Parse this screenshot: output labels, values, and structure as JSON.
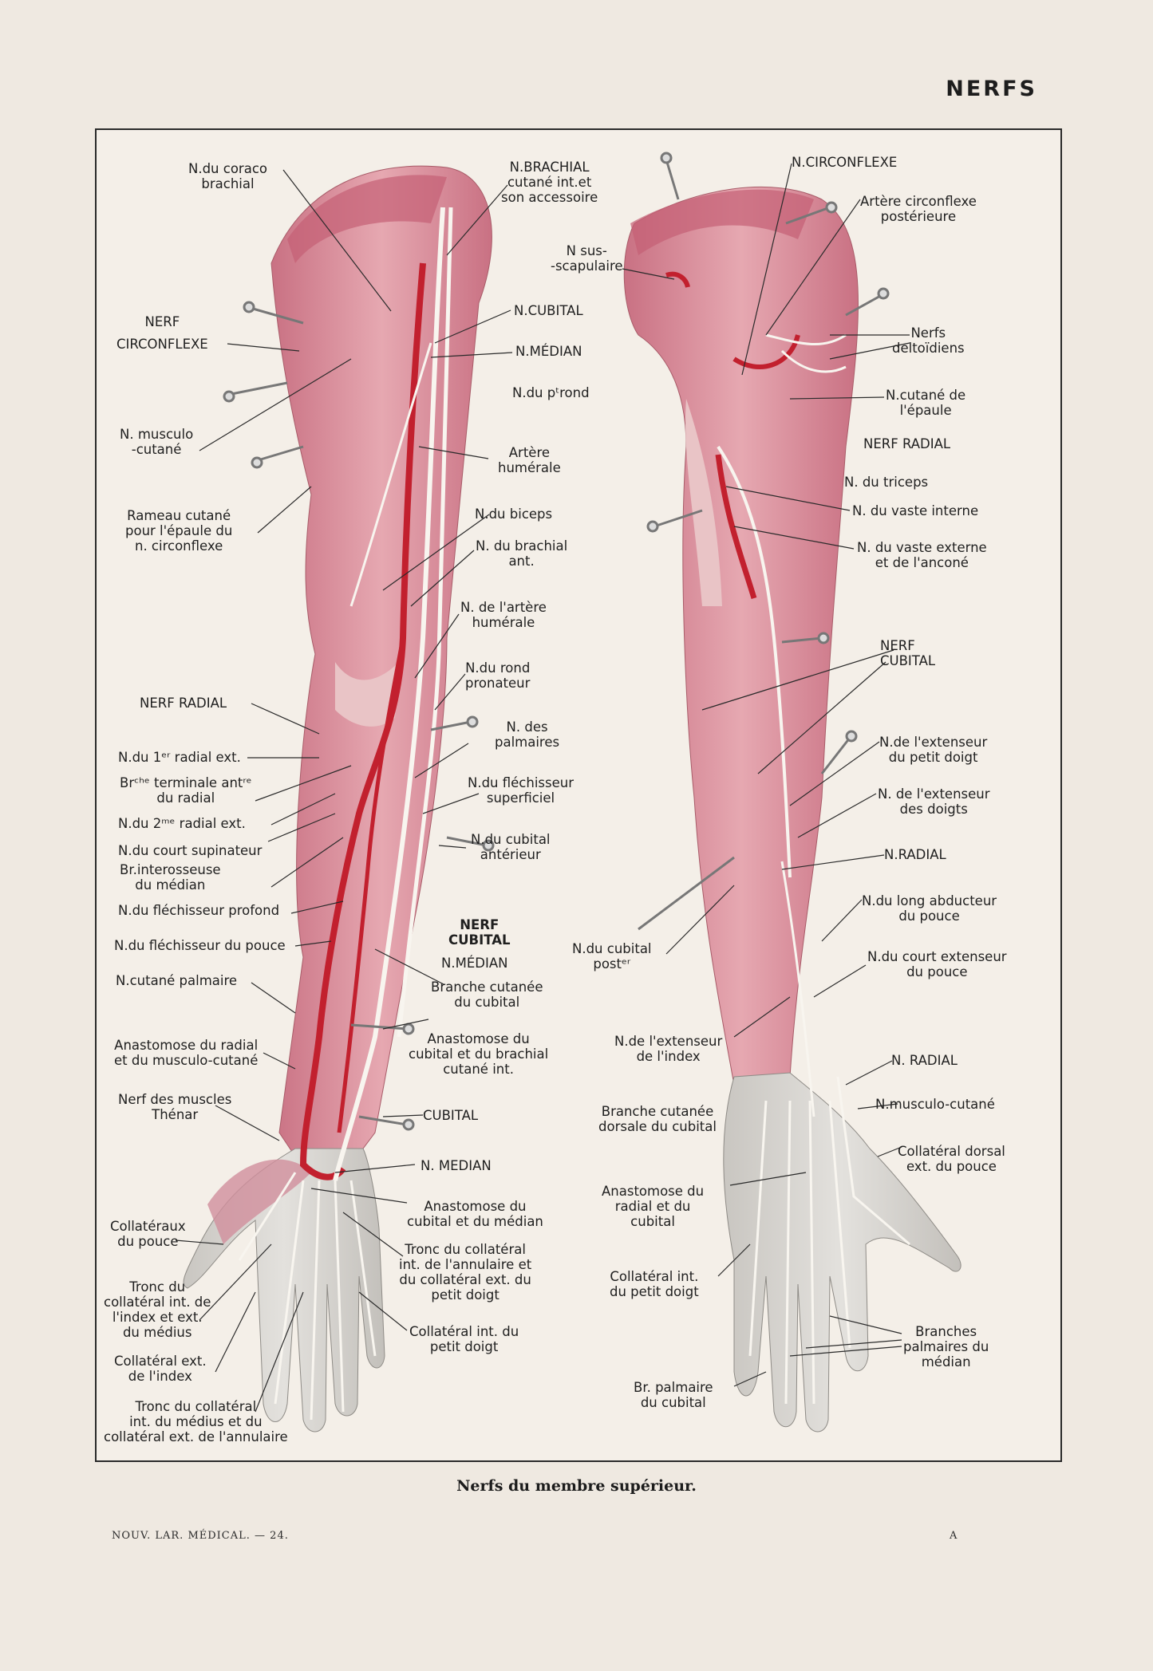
{
  "header": {
    "title": "NERFS"
  },
  "caption": "Nerfs du membre supérieur.",
  "footer": {
    "left": "NOUV. LAR. MÉDICAL. — 24.",
    "right": "A"
  },
  "labels_left_view": [
    "N.du coraco\nbrachial",
    "N.BRACHIAL\ncutané int.et\nson accessoire",
    "NERF\nCIRCONFLEXE",
    "N.CUBITAL",
    "N.MÉDIAN",
    "N.du pᵗrond",
    "N. musculo\n-cutané",
    "Artère\nhumérale",
    "Rameau cutané\npour l'épaule du\nn. circonflexe",
    "N.du biceps",
    "N. du brachial\nant.",
    "N. de l'artère\nhumérale",
    "N.du rond\npronateur",
    "NERF RADIAL",
    "N. des\npalmaires",
    "N.du 1ᵉʳ radial ext.",
    "Brᶜʰᵉ terminale antʳᵉ\ndu radial",
    "N.du fléchisseur\nsuperficiel",
    "N.du 2ᵐᵉ radial ext.",
    "N.du court supinateur",
    "N.du cubital\nantérieur",
    "Br.interosseuse\ndu médian",
    "N.du fléchisseur profond",
    "NERF\nCUBITAL",
    "N.du fléchisseur du pouce",
    "N.MÉDIAN",
    "N.cutané palmaire",
    "Branche cutanée\ndu cubital",
    "Anastomose du radial\net du musculo-cutané",
    "Anastomose du\ncubital et du brachial\ncutané int.",
    "Nerf des muscles\nThénar",
    "CUBITAL",
    "N. MEDIAN",
    "Anastomose du\ncubital et du médian",
    "Collatéraux\ndu pouce",
    "Tronc du collatéral\nint. de l'annulaire et\ndu collatéral ext. du\npetit doigt",
    "Tronc du\ncollatéral int. de\nl'index et ext.\ndu médius",
    "Collatéral int. du\npetit doigt",
    "Collatéral ext.\nde l'index",
    "Tronc du collatéral\nint. du médius et du\ncollatéral ext. de l'annulaire"
  ],
  "labels_right_view": [
    "N.CIRCONFLEXE",
    "Artère circonflexe\npostérieure",
    "N sus-\n-scapulaire",
    "Nerfs\ndeltoïdiens",
    "N.cutané de\nl'épaule",
    "NERF RADIAL",
    "N. du triceps",
    "N. du vaste interne",
    "N. du vaste externe\net de l'anconé",
    "NERF\nCUBITAL",
    "N.de l'extenseur\ndu petit doigt",
    "N. de l'extenseur\ndes doigts",
    "N.RADIAL",
    "N.du long abducteur\ndu pouce",
    "N.du cubital\npostᵉʳ",
    "N.du court extenseur\ndu pouce",
    "N.de l'extenseur\nde l'index",
    "N. RADIAL",
    "N.musculo-cutané",
    "Branche cutanée\ndorsale du cubital",
    "Collatéral dorsal\next. du pouce",
    "Anastomose du\nradial et du\ncubital",
    "Collatéral int.\ndu petit doigt",
    "Branches\npalmaires du\nmédian",
    "Br. palmaire\ndu cubital"
  ],
  "colors": {
    "muscle": "#d98a98",
    "artery": "#c2202e",
    "nerve": "#f7f4ee",
    "skin": "#d8d6d2",
    "ink": "#222222"
  }
}
